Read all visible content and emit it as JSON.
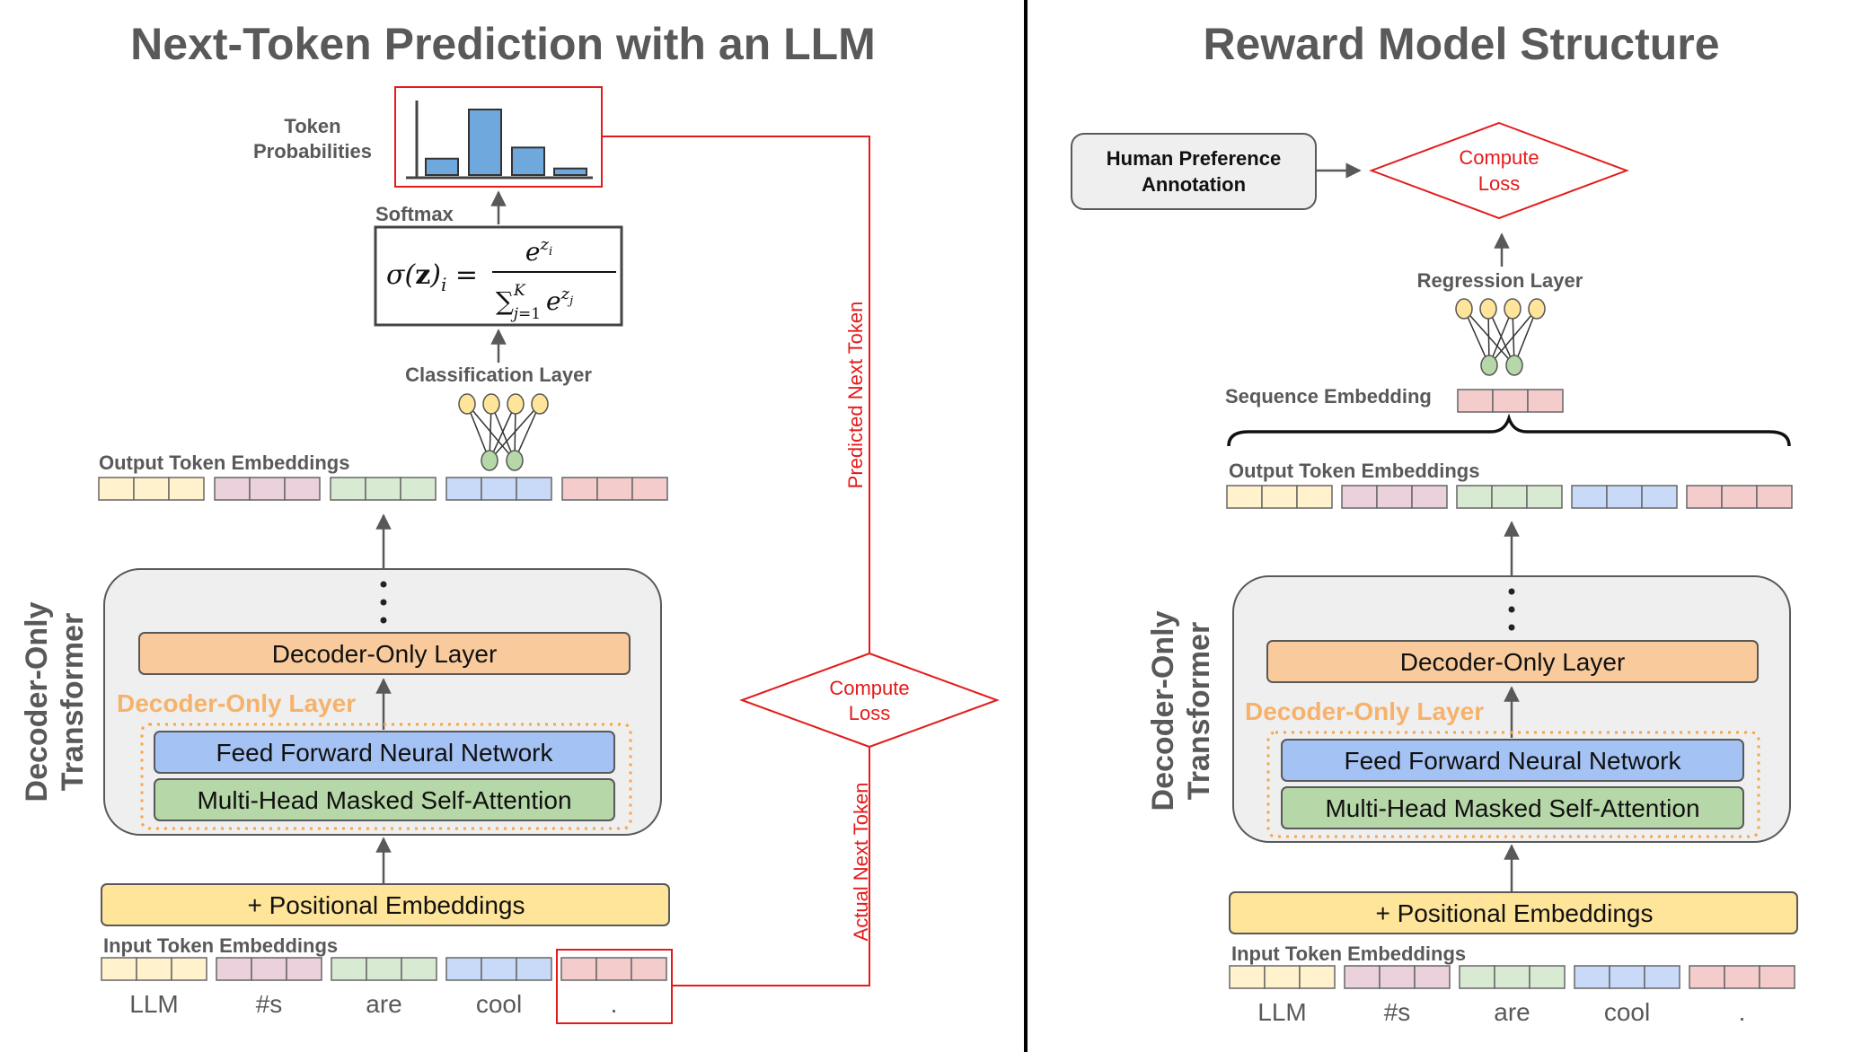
{
  "colors": {
    "yellow": "#fff2cc",
    "purple": "#ead1dc",
    "green": "#d9ead3",
    "blue": "#c9daf8",
    "red": "#f4cccc",
    "highlight_red": "#e31b1b",
    "orange_box": "#f9cb9c",
    "blue_box": "#a4c2f4",
    "green_box": "#b6d7a8",
    "pos_box": "#ffe599",
    "panel_gray": "#efefef",
    "bar_blue": "#6fa8dc",
    "node_yellow": "#ffe599",
    "node_green": "#b6d7a8"
  },
  "left": {
    "title": "Next-Token Prediction with an LLM",
    "token_probabilities": [
      "Token",
      "Probabilities"
    ],
    "softmax_label": "Softmax",
    "softmax_formula": "σ(z)ᵢ = e^{zᵢ} / Σ_{j=1}^{K} e^{zⱼ}",
    "classification_layer": "Classification Layer",
    "output_token_embeddings": "Output Token Embeddings",
    "transformer_label": [
      "Decoder-Only",
      "Transformer"
    ],
    "decoder_layer_box": "Decoder-Only Layer",
    "decoder_layer_group": "Decoder-Only Layer",
    "ffnn": "Feed Forward Neural Network",
    "attention": "Multi-Head Masked Self-Attention",
    "positional": "+ Positional Embeddings",
    "input_token_embeddings": "Input Token Embeddings",
    "tokens": [
      "LLM",
      "#s",
      "are",
      "cool",
      "."
    ],
    "predicted_next_token": "Predicted Next Token",
    "actual_next_token": "Actual Next Token",
    "compute_loss": [
      "Compute",
      "Loss"
    ],
    "probability_bars": [
      0.25,
      1.0,
      0.42,
      0.1
    ]
  },
  "right": {
    "title": "Reward Model Structure",
    "human_preference": [
      "Human Preference",
      "Annotation"
    ],
    "compute_loss": [
      "Compute",
      "Loss"
    ],
    "regression_layer": "Regression Layer",
    "sequence_embedding": "Sequence Embedding",
    "output_token_embeddings": "Output Token Embeddings",
    "transformer_label": [
      "Decoder-Only",
      "Transformer"
    ],
    "decoder_layer_box": "Decoder-Only Layer",
    "decoder_layer_group": "Decoder-Only Layer",
    "ffnn": "Feed Forward Neural Network",
    "attention": "Multi-Head Masked Self-Attention",
    "positional": "+ Positional Embeddings",
    "input_token_embeddings": "Input Token Embeddings",
    "tokens": [
      "LLM",
      "#s",
      "are",
      "cool",
      "."
    ]
  }
}
